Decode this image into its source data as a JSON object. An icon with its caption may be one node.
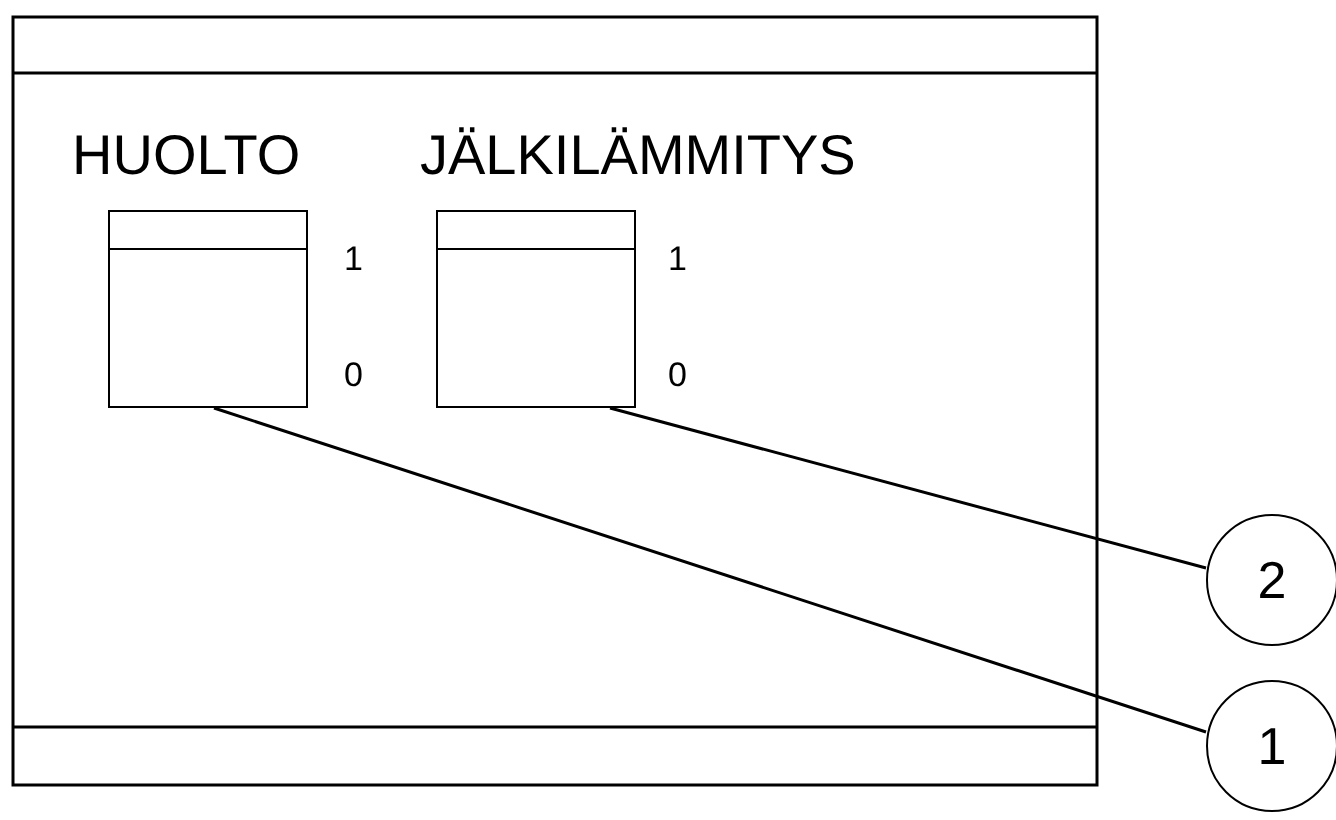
{
  "diagram": {
    "nodes": [
      {
        "text": [
          "HUOLTO"
        ],
        "beside": [
          "1",
          "0"
        ]
      },
      {
        "text": [
          "JÄLKILÄMMITYS"
        ],
        "beside": [
          "1",
          "0"
        ]
      },
      {
        "text": [
          "2"
        ]
      },
      {
        "text": [
          "1"
        ]
      }
    ],
    "edges": [
      {
        "from": 3,
        "to": 0,
        "arrow": "none"
      },
      {
        "from": 2,
        "to": 1,
        "arrow": "none"
      }
    ]
  }
}
